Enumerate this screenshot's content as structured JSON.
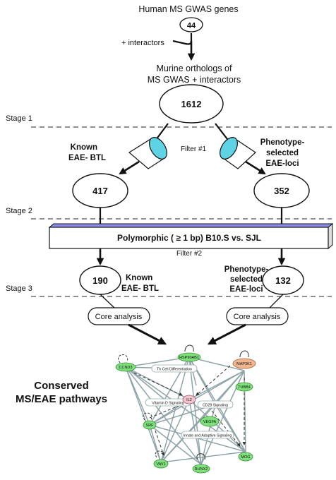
{
  "top": {
    "title": "Human MS GWAS genes",
    "count": "44",
    "interactors": "+ interactors",
    "murine_line1": "Murine orthologs of",
    "murine_line2": "MS GWAS + interactors",
    "murine_count": "1612"
  },
  "stages": {
    "s1": "Stage 1",
    "s2": "Stage 2",
    "s3": "Stage 3"
  },
  "filter1": {
    "label": "Filter #1",
    "left_l1": "Known",
    "left_l2": "EAE- BTL",
    "right_l1": "Phenotype-",
    "right_l2": "selected",
    "right_l3": "EAE-loci",
    "left_count": "417",
    "right_count": "352"
  },
  "filter2": {
    "bar": "Polymorphic ( ≥ 1 bp) B10.S vs. SJL",
    "label": "Filter #2",
    "left_count": "190",
    "right_count": "132",
    "left_l1": "Known",
    "left_l2": "EAE- BTL",
    "right_l1": "Phenotype-",
    "right_l2": "selected",
    "right_l3": "EAE-loci"
  },
  "core": {
    "left": "Core analysis",
    "right": "Core analysis"
  },
  "conserved": {
    "l1": "Conserved",
    "l2": "MS/EAE pathways"
  },
  "network": {
    "nodes": {
      "ccnd3": "CCND3",
      "hsp": "HSP90AB1",
      "map3k1": "MAP3K1",
      "tubb4": "TUBB4",
      "il2": "IL2",
      "srf": "SRF",
      "vegfa": "VEGFA",
      "mog": "MOG",
      "vav1": "VAV1",
      "runx2": "RUNX2"
    },
    "pathways": {
      "th": "Th Cell Differentiation",
      "vitd": "Vitamin D Signaling",
      "cd28": "CD28 Signaling",
      "innate": "Innate and Adaptive Signaling"
    }
  },
  "colors": {
    "cyan_funnel": "#5fd3e3",
    "bar_blue": "#8b8ee8",
    "node_green": "#7ee07a",
    "node_orange": "#f1b58f",
    "node_pink": "#f4c3d0",
    "edge_gray": "#8fa4a8"
  }
}
